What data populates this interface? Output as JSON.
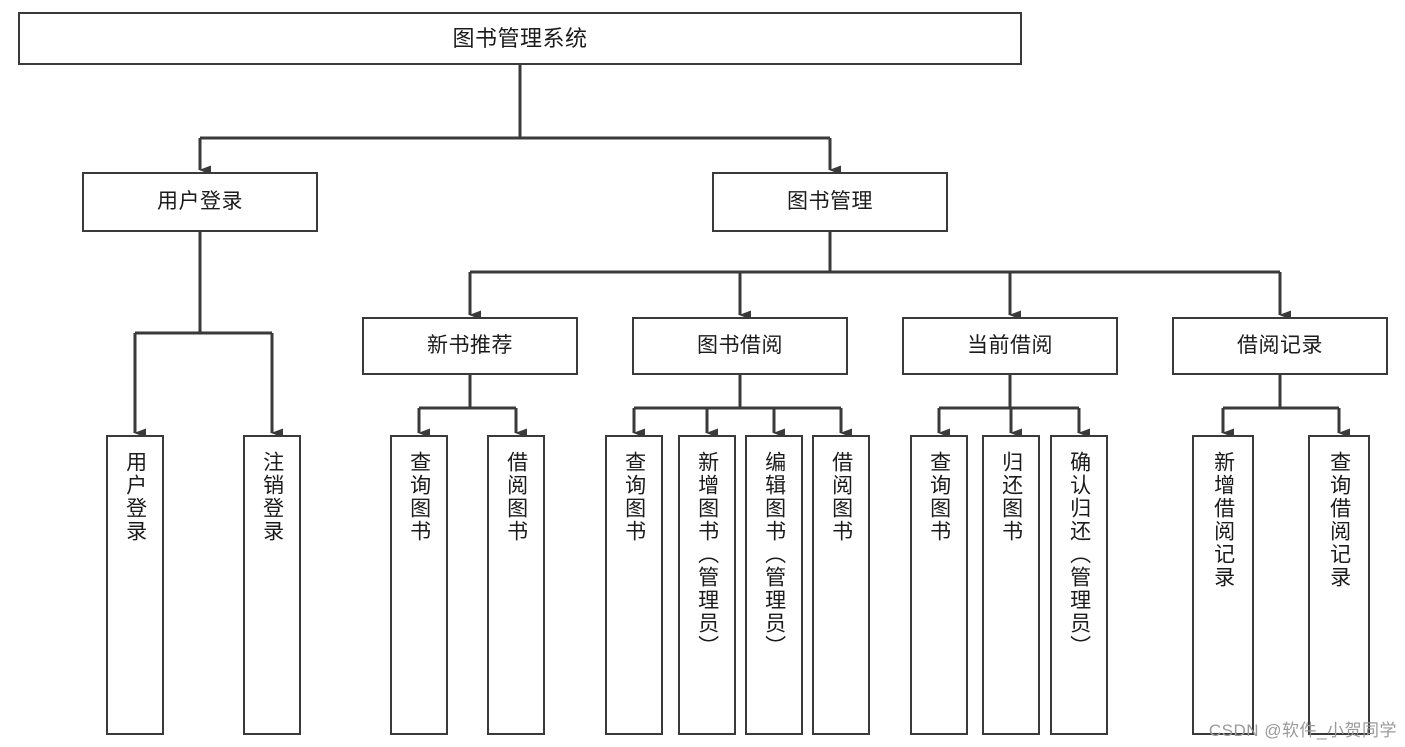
{
  "diagram": {
    "title": "图书管理系统",
    "style": {
      "line_color": "#3a3a3a",
      "box_border_color": "#3a3a3a",
      "box_fill": "#ffffff",
      "text_color": "#1b1b1b",
      "watermark_color": "#9a9a9a"
    },
    "root": {
      "label": "图书管理系统"
    },
    "level2": [
      {
        "label": "用户登录"
      },
      {
        "label": "图书管理"
      }
    ],
    "level3": [
      {
        "label": "新书推荐"
      },
      {
        "label": "图书借阅"
      },
      {
        "label": "当前借阅"
      },
      {
        "label": "借阅记录"
      }
    ],
    "leaves": {
      "user_login": [
        {
          "label": "用户登录"
        },
        {
          "label": "注销登录"
        }
      ],
      "new_book_recommend": [
        {
          "label": "查询图书"
        },
        {
          "label": "借阅图书"
        }
      ],
      "book_borrow": [
        {
          "label": "查询图书"
        },
        {
          "label": "新增图书（管理员）"
        },
        {
          "label": "编辑图书（管理员）"
        },
        {
          "label": "借阅图书"
        }
      ],
      "current_borrow": [
        {
          "label": "查询图书"
        },
        {
          "label": "归还图书"
        },
        {
          "label": "确认归还（管理员）"
        }
      ],
      "borrow_record": [
        {
          "label": "新增借阅记录"
        },
        {
          "label": "查询借阅记录"
        }
      ]
    },
    "watermark": "CSDN @软件_小贺同学"
  }
}
